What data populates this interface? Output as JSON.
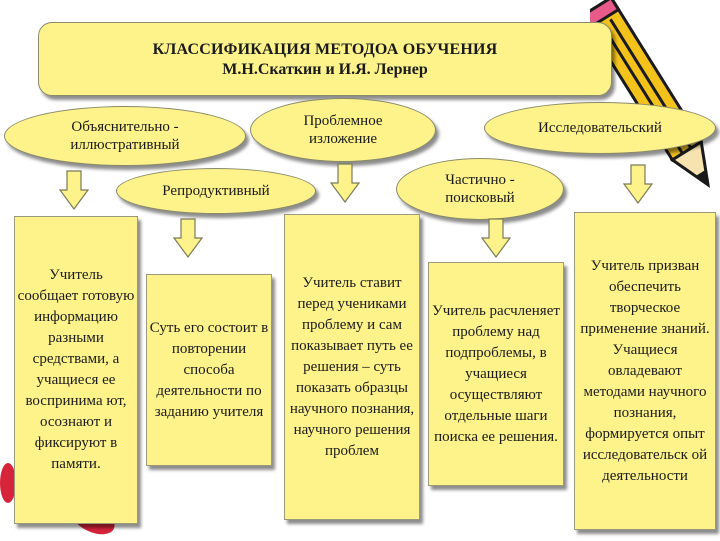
{
  "title": {
    "line1": "КЛАССИФИКАЦИЯ МЕТОДОА ОБУЧЕНИЯ",
    "line2": "М.Н.Скаткин и И.Я. Лернер"
  },
  "methods": {
    "explanatory": "Объяснительно - иллюстративный",
    "problem": "Проблемное изложение",
    "research": "Исследовательский",
    "partial": "Частично - поисковый",
    "reproductive": "Репродуктивный"
  },
  "descriptions": {
    "explanatory": "Учитель сообщает готовую информацию разными средствами, а учащиеся ее воспринима ют, осознают и фиксируют в памяти.",
    "reproductive": "Суть его состоит в повторении способа деятельности по заданию учителя",
    "problem": "Учитель ставит перед учениками проблему и сам показывает путь ее решения – суть показать образцы научного познания, научного решения проблем",
    "partial": "Учитель расчленяет проблему над подпроблемы, в учащиеся осуществляют отдельные шаги поиска ее решения.",
    "research": "Учитель призван обеспечить творческое применение знаний. Учащиеся овладевают методами научного познания, формируется опыт исследовательск ой деятельности"
  },
  "colors": {
    "box_fill": "#fdf38a",
    "arrow_fill": "#fdf38a",
    "pencil_body": "#f3c21b",
    "pencil_stripe": "#1a1a1a",
    "accent_red": "#d6243a"
  }
}
